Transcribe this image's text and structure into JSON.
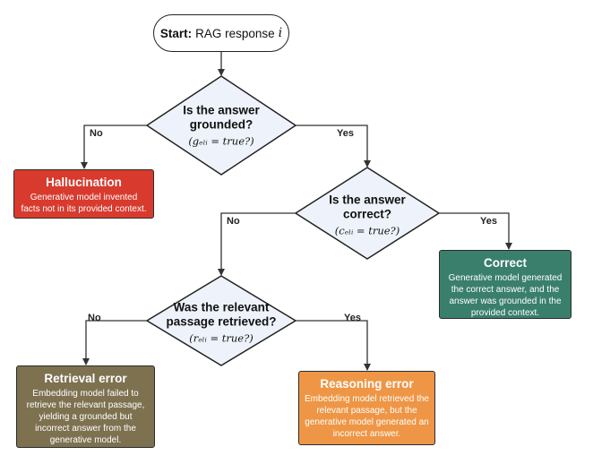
{
  "start": {
    "bold": "Start:",
    "text": "RAG response",
    "var": "i"
  },
  "decisions": [
    {
      "question": "Is the answer\ngrounded?",
      "math": "(gₑₗᵢ = true?)",
      "no": "No",
      "yes": "Yes"
    },
    {
      "question": "Is the answer\ncorrect?",
      "math": "(cₑₗᵢ = true?)",
      "no": "No",
      "yes": "Yes"
    },
    {
      "question": "Was the relevant\npassage retrieved?",
      "math": "(rₑₗᵢ = true?)",
      "no": "No",
      "yes": "Yes"
    }
  ],
  "outcomes": {
    "hallucination": {
      "title": "Hallucination",
      "desc": "Generative model invented facts not in its provided context.",
      "color": "#d83a2e"
    },
    "correct": {
      "title": "Correct",
      "desc": "Generative model generated the correct answer, and the answer was grounded in the provided context.",
      "color": "#3a7f6c"
    },
    "retrieval_error": {
      "title": "Retrieval error",
      "desc": "Embedding model failed to retrieve the relevant passage, yielding a grounded but incorrect answer from the generative model.",
      "color": "#7d7150"
    },
    "reasoning_error": {
      "title": "Reasoning error",
      "desc": "Embedding model retrieved the relevant passage, but the generative model generated an incorrect answer.",
      "color": "#ee9645"
    }
  }
}
